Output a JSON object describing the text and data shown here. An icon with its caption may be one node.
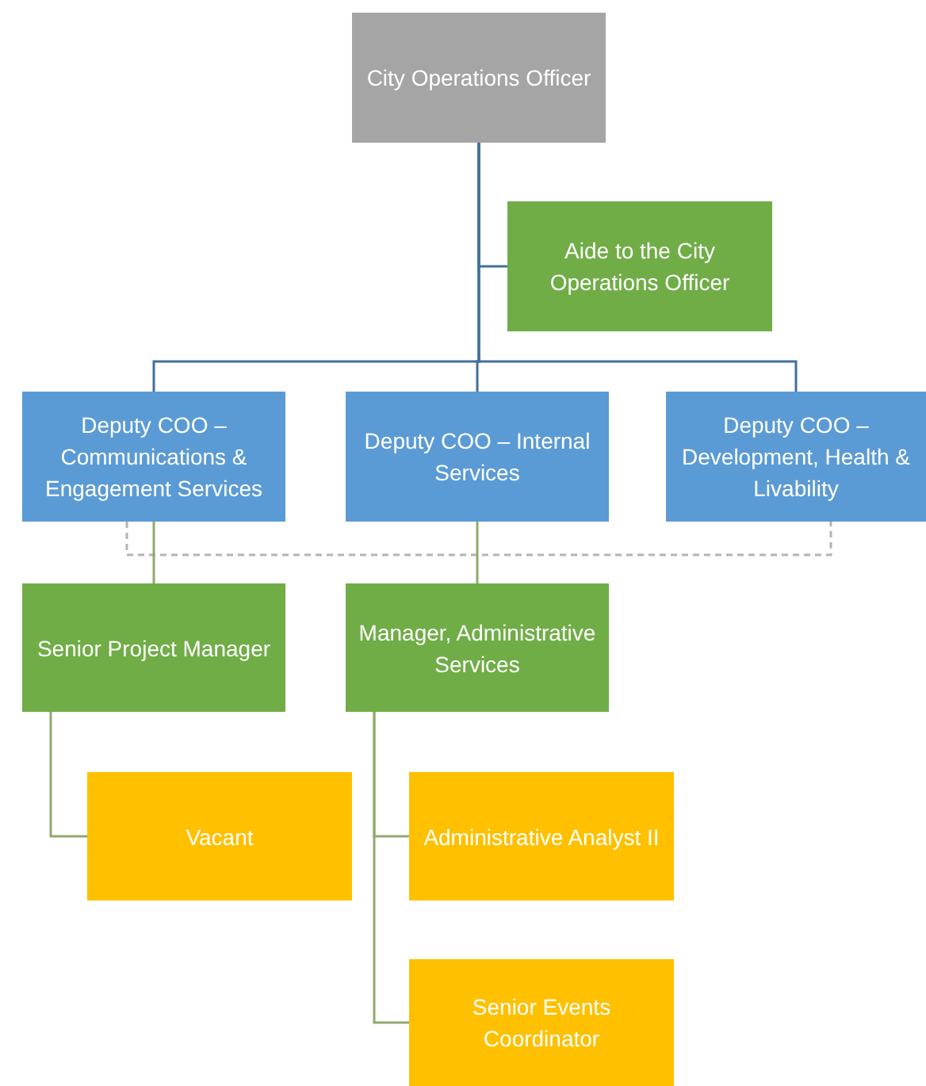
{
  "diagram": {
    "nodes": [
      {
        "text": [
          "City Operations Officer"
        ]
      },
      {
        "text": [
          "Aide to the City Operations Officer"
        ]
      },
      {
        "text": [
          "Deputy COO – Communications & Engagement Services"
        ]
      },
      {
        "text": [
          "Deputy COO – Internal Services"
        ]
      },
      {
        "text": [
          "Deputy COO – Development, Health & Livability"
        ]
      },
      {
        "text": [
          "Senior Project Manager"
        ]
      },
      {
        "text": [
          "Manager, Administrative Services"
        ]
      },
      {
        "text": [
          "Vacant"
        ]
      },
      {
        "text": [
          "Administrative Analyst II"
        ]
      },
      {
        "text": [
          "Senior Events Coordinator"
        ]
      }
    ],
    "edges": [
      {
        "from": 0,
        "to": 1,
        "arrow": "none",
        "color": "#41719c"
      },
      {
        "from": 0,
        "to": 2,
        "arrow": "none",
        "color": "#41719c"
      },
      {
        "from": 0,
        "to": 3,
        "arrow": "none",
        "color": "#41719c"
      },
      {
        "from": 0,
        "to": 4,
        "arrow": "none",
        "color": "#41719c"
      },
      {
        "from": 2,
        "to": 4,
        "arrow": "none",
        "style": "dashed",
        "color": "#b4b4b4"
      },
      {
        "from": 2,
        "to": 5,
        "arrow": "none"
      },
      {
        "from": 3,
        "to": 6,
        "arrow": "none"
      },
      {
        "from": 5,
        "to": 7,
        "arrow": "none"
      },
      {
        "from": 6,
        "to": 8,
        "arrow": "none"
      },
      {
        "from": 6,
        "to": 9,
        "arrow": "none"
      }
    ]
  }
}
